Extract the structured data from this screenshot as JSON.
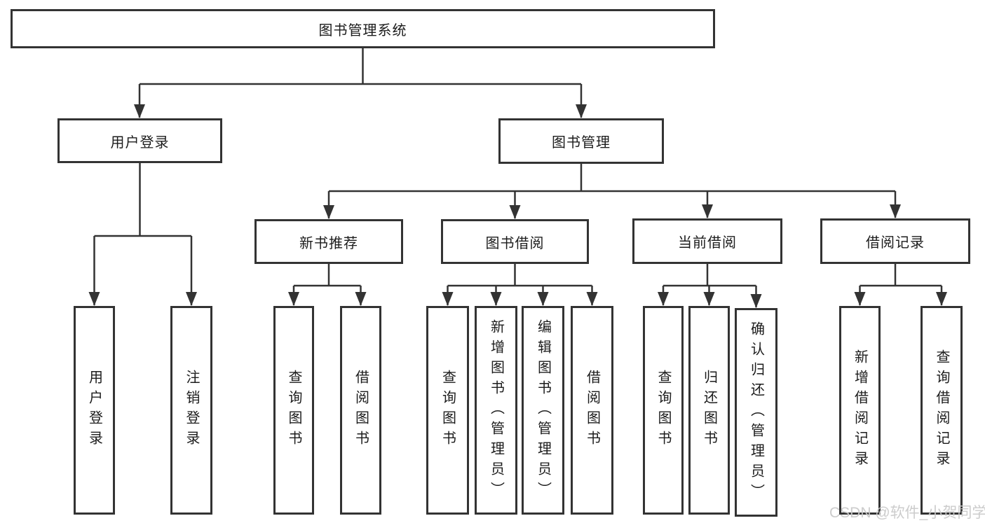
{
  "diagram": {
    "root": {
      "label": "图书管理系统"
    },
    "level2": [
      {
        "label": "用户登录"
      },
      {
        "label": "图书管理"
      }
    ],
    "level3": [
      {
        "label": "新书推荐"
      },
      {
        "label": "图书借阅"
      },
      {
        "label": "当前借阅"
      },
      {
        "label": "借阅记录"
      }
    ],
    "leaves": {
      "user_login": [
        {
          "label": "用户登录"
        },
        {
          "label": "注销登录"
        }
      ],
      "new_book_recommend": [
        {
          "label": "查询图书"
        },
        {
          "label": "借阅图书"
        }
      ],
      "book_borrow": [
        {
          "label": "查询图书"
        },
        {
          "label": "新增图书（管理员）"
        },
        {
          "label": "编辑图书（管理员）"
        },
        {
          "label": "借阅图书"
        }
      ],
      "current_borrow": [
        {
          "label": "查询图书"
        },
        {
          "label": "归还图书"
        },
        {
          "label": "确认归还（管理员）"
        }
      ],
      "borrow_records": [
        {
          "label": "新增借阅记录"
        },
        {
          "label": "查询借阅记录"
        }
      ]
    },
    "watermark": "CSDN @软件_小贺同学",
    "colors": {
      "line": "#333333",
      "text": "#1c1c1c",
      "watermark": "#c9c9c9",
      "background": "#ffffff"
    }
  }
}
